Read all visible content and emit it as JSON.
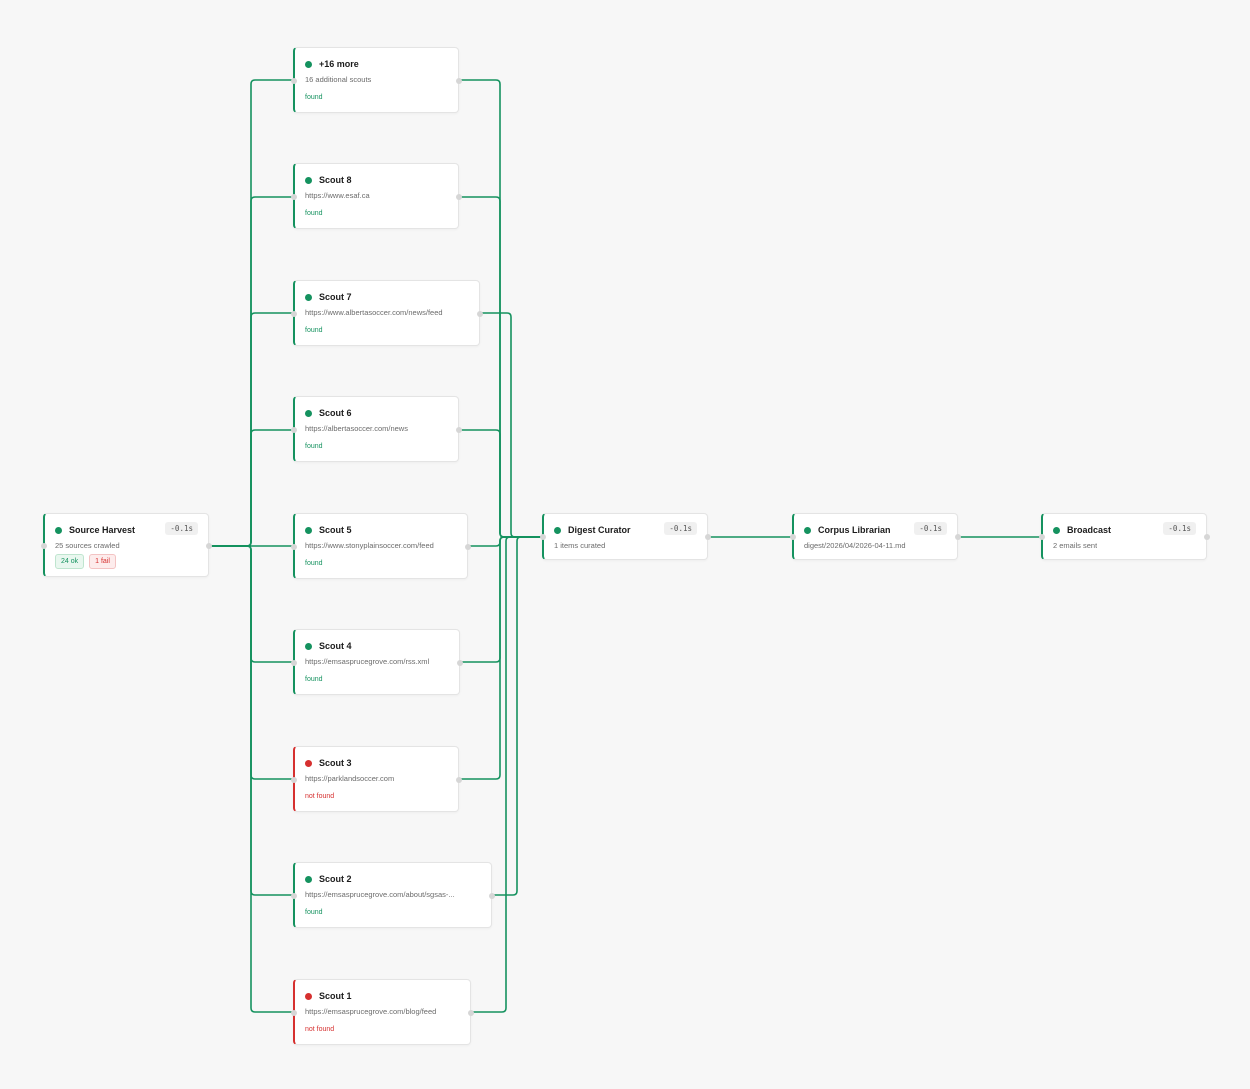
{
  "nodes": {
    "source": {
      "title": "Source Harvest",
      "subtitle": "25 sources crawled",
      "time": "-0.1s",
      "badge_ok": "24 ok",
      "badge_fail": "1 fail"
    },
    "more": {
      "title": "+16 more",
      "subtitle": "16 additional scouts",
      "status": "found"
    },
    "scout8": {
      "title": "Scout 8",
      "subtitle": "https://www.esaf.ca",
      "status": "found"
    },
    "scout7": {
      "title": "Scout 7",
      "subtitle": "https://www.albertasoccer.com/news/feed",
      "status": "found"
    },
    "scout6": {
      "title": "Scout 6",
      "subtitle": "https://albertasoccer.com/news",
      "status": "found"
    },
    "scout5": {
      "title": "Scout 5",
      "subtitle": "https://www.stonyplainsoccer.com/feed",
      "status": "found"
    },
    "scout4": {
      "title": "Scout 4",
      "subtitle": "https://emsasprucegrove.com/rss.xml",
      "status": "found"
    },
    "scout3": {
      "title": "Scout 3",
      "subtitle": "https://parklandsoccer.com",
      "status": "not found"
    },
    "scout2": {
      "title": "Scout 2",
      "subtitle": "https://emsasprucegrove.com/about/sgsas-...",
      "status": "found"
    },
    "scout1": {
      "title": "Scout 1",
      "subtitle": "https://emsasprucegrove.com/blog/feed",
      "status": "not found"
    },
    "curator": {
      "title": "Digest Curator",
      "subtitle": "1 items curated",
      "time": "-0.1s"
    },
    "librarian": {
      "title": "Corpus Librarian",
      "subtitle": "digest/2026/04/2026-04-11.md",
      "time": "-0.1s"
    },
    "broadcast": {
      "title": "Broadcast",
      "subtitle": "2 emails sent",
      "time": "-0.1s"
    }
  },
  "colors": {
    "edge": "#15925f",
    "ok": "#15925f",
    "fail": "#d6302f"
  }
}
